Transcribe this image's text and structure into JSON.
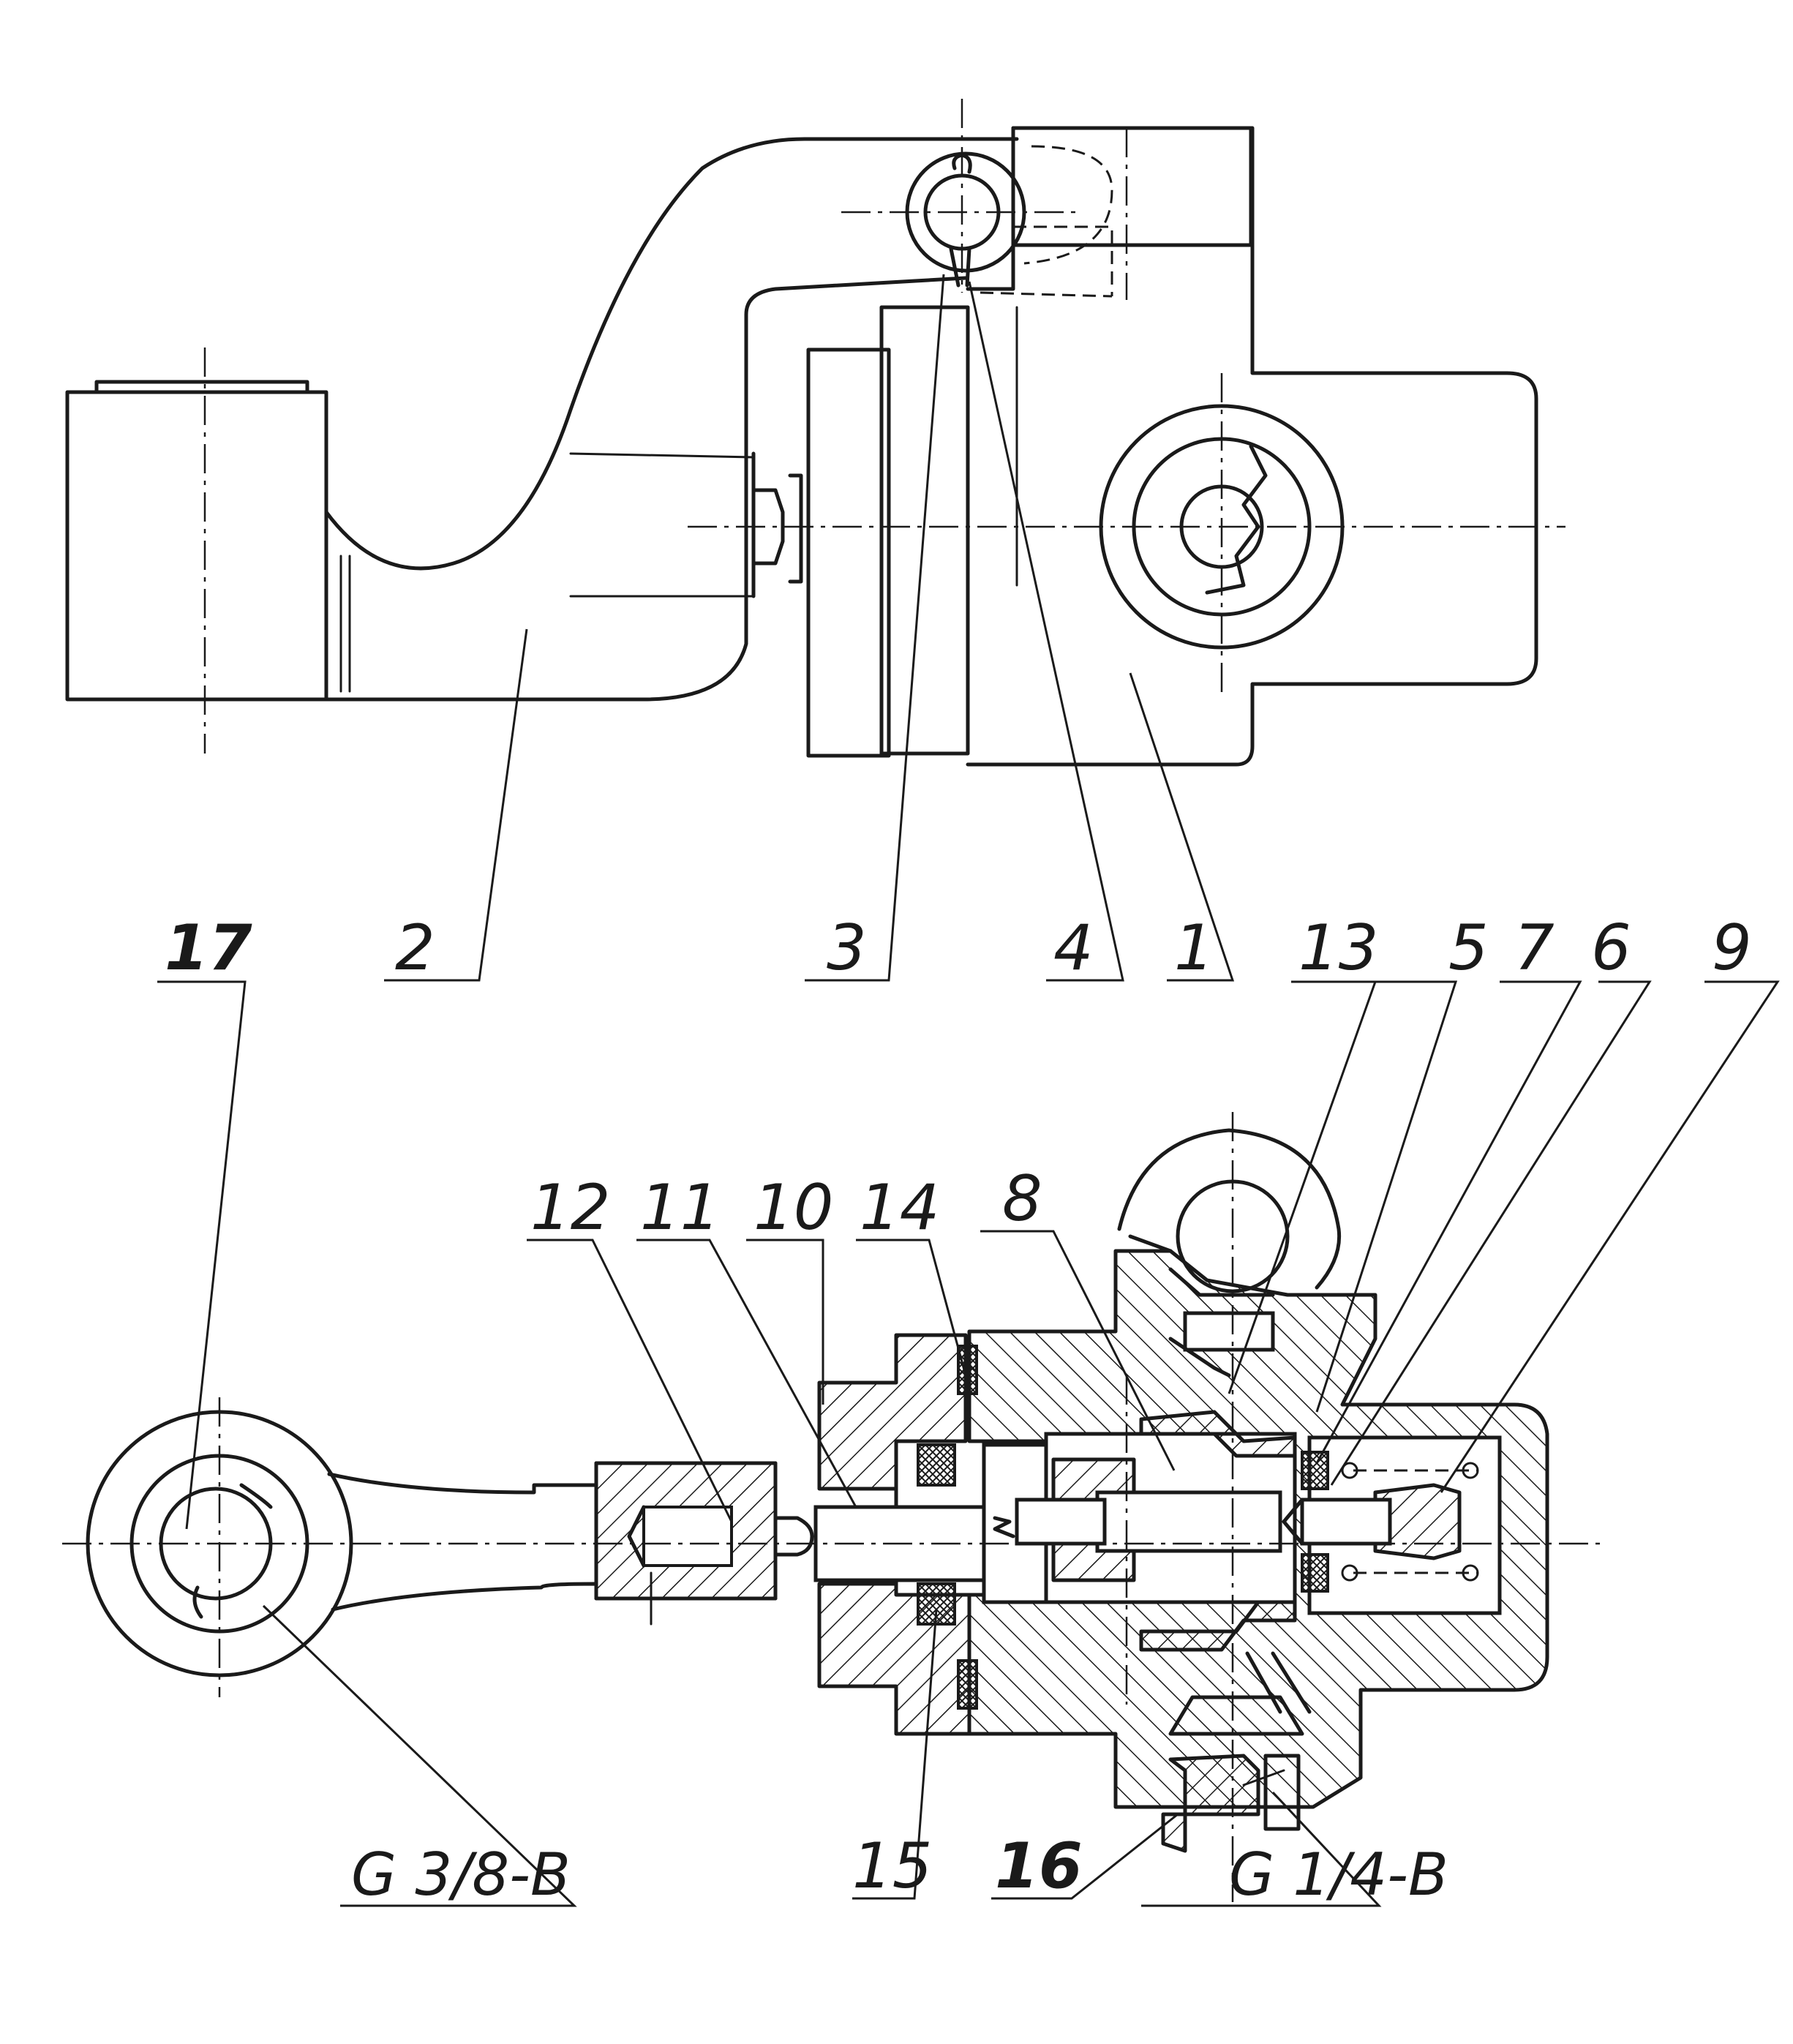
{
  "labels": {
    "p1": "1",
    "p2": "2",
    "p3": "3",
    "p4": "4",
    "p5": "5",
    "p6": "6",
    "p7": "7",
    "p8": "8",
    "p9": "9",
    "p10": "10",
    "p11": "11",
    "p12": "12",
    "p13": "13",
    "p14": "14",
    "p15": "15",
    "p16": "16",
    "p17": "17"
  },
  "threads": {
    "left": "G 3/8-B",
    "right": "G 1/4-B"
  }
}
